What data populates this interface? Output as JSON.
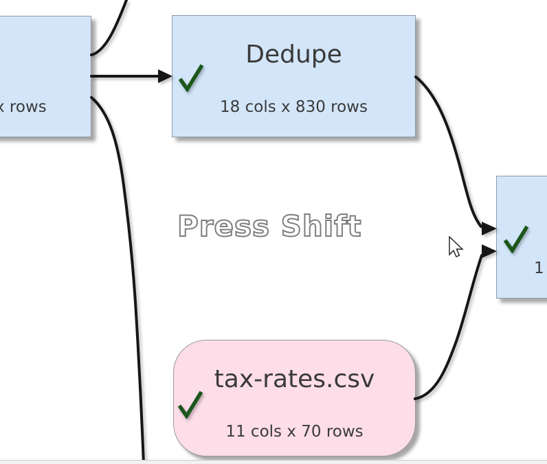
{
  "watermark": {
    "text": "Press Shift"
  },
  "nodes": {
    "left_partial": {
      "subtitle_visible": "x rows"
    },
    "dedupe": {
      "title": "Dedupe",
      "subtitle": "18 cols x 830 rows"
    },
    "right_partial": {
      "subtitle_visible": "1"
    },
    "tax_rates": {
      "title": "tax-rates.csv",
      "subtitle": "11 cols x 70 rows"
    }
  },
  "colors": {
    "node_blue": "#d3e6f9",
    "node_pink": "#fcdde8",
    "node_border_blue": "#8d9aa6",
    "node_border_pink": "#999999",
    "check_green": "#1b571b",
    "edge_black": "#161616",
    "text_dark": "#3a3a3a",
    "watermark_outline": "#7d7d7d",
    "statusbar_bg": "#f1f1f1",
    "statusbar_border": "#c9c9c9"
  }
}
